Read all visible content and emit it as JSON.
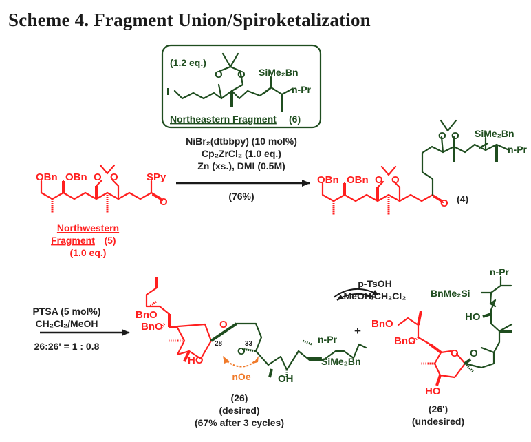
{
  "title": "Scheme 4. Fragment Union/Spiroketalization",
  "colors": {
    "northwestern": "#ff1f1f",
    "northeastern": "#1f4d1f",
    "reagent_text": "#222222",
    "noe": "#f07a2a"
  },
  "northeastern_fragment": {
    "equiv": "(1.2 eq.)",
    "label_underlined": "Northeastern Fragment",
    "label_number": "(6)",
    "atoms": {
      "iodide": "I",
      "o1": "O",
      "o2": "O",
      "silyl": "SiMe₂Bn",
      "propyl": "n-Pr"
    }
  },
  "northwestern_fragment": {
    "label_line1": "Northwestern",
    "label_line2_underlined": "Fragment",
    "label_number": "(5)",
    "equiv": "(1.0 eq.)",
    "atoms": {
      "obn1": "OBn",
      "obn2": "OBn",
      "o1": "O",
      "o2": "O",
      "spy": "SPy",
      "carbonyl_o": "O"
    }
  },
  "step1": {
    "reagents": [
      "NiBr₂(dtbbpy) (10 mol%)",
      "Cp₂ZrCl₂ (1.0 eq.)",
      "Zn (xs.), DMI (0.5M)"
    ],
    "yield": "(76%)"
  },
  "product4": {
    "label": "(4)",
    "atoms": {
      "obn1": "OBn",
      "obn2": "OBn",
      "o1": "O",
      "o2": "O",
      "ketone_o": "O",
      "o3": "O",
      "o4": "O",
      "silyl": "SiMe₂Bn",
      "propyl": "n-Pr"
    }
  },
  "step2": {
    "reagents": [
      "PTSA (5 mol%)",
      "CH₂Cl₂/MeOH"
    ],
    "ratio": "26:26' = 1 : 0.8"
  },
  "equilibrium": {
    "reagents": [
      "p-TsOH",
      "MeOH/CH₂Cl₂"
    ]
  },
  "product26": {
    "label": "(26)",
    "descriptor": "(desired)",
    "yield": "(67% after 3 cycles)",
    "atoms": {
      "bno1": "BnO",
      "bno2": "BnO",
      "ring_o1": "O",
      "ring_o2": "O",
      "ho": "HO",
      "oh": "OH",
      "silyl": "SiMe₂Bn",
      "propyl": "n-Pr"
    },
    "locants": [
      "28",
      "33"
    ],
    "noe_label": "nOe"
  },
  "plus_sign": "+",
  "product26prime": {
    "label": "(26')",
    "descriptor": "(undesired)",
    "atoms": {
      "bno1": "BnO",
      "bno2": "BnO",
      "ring_o1": "O",
      "ring_o2": "O",
      "ho1": "HO",
      "ho2": "HO",
      "silyl": "BnMe₂Si",
      "propyl": "n-Pr"
    }
  }
}
